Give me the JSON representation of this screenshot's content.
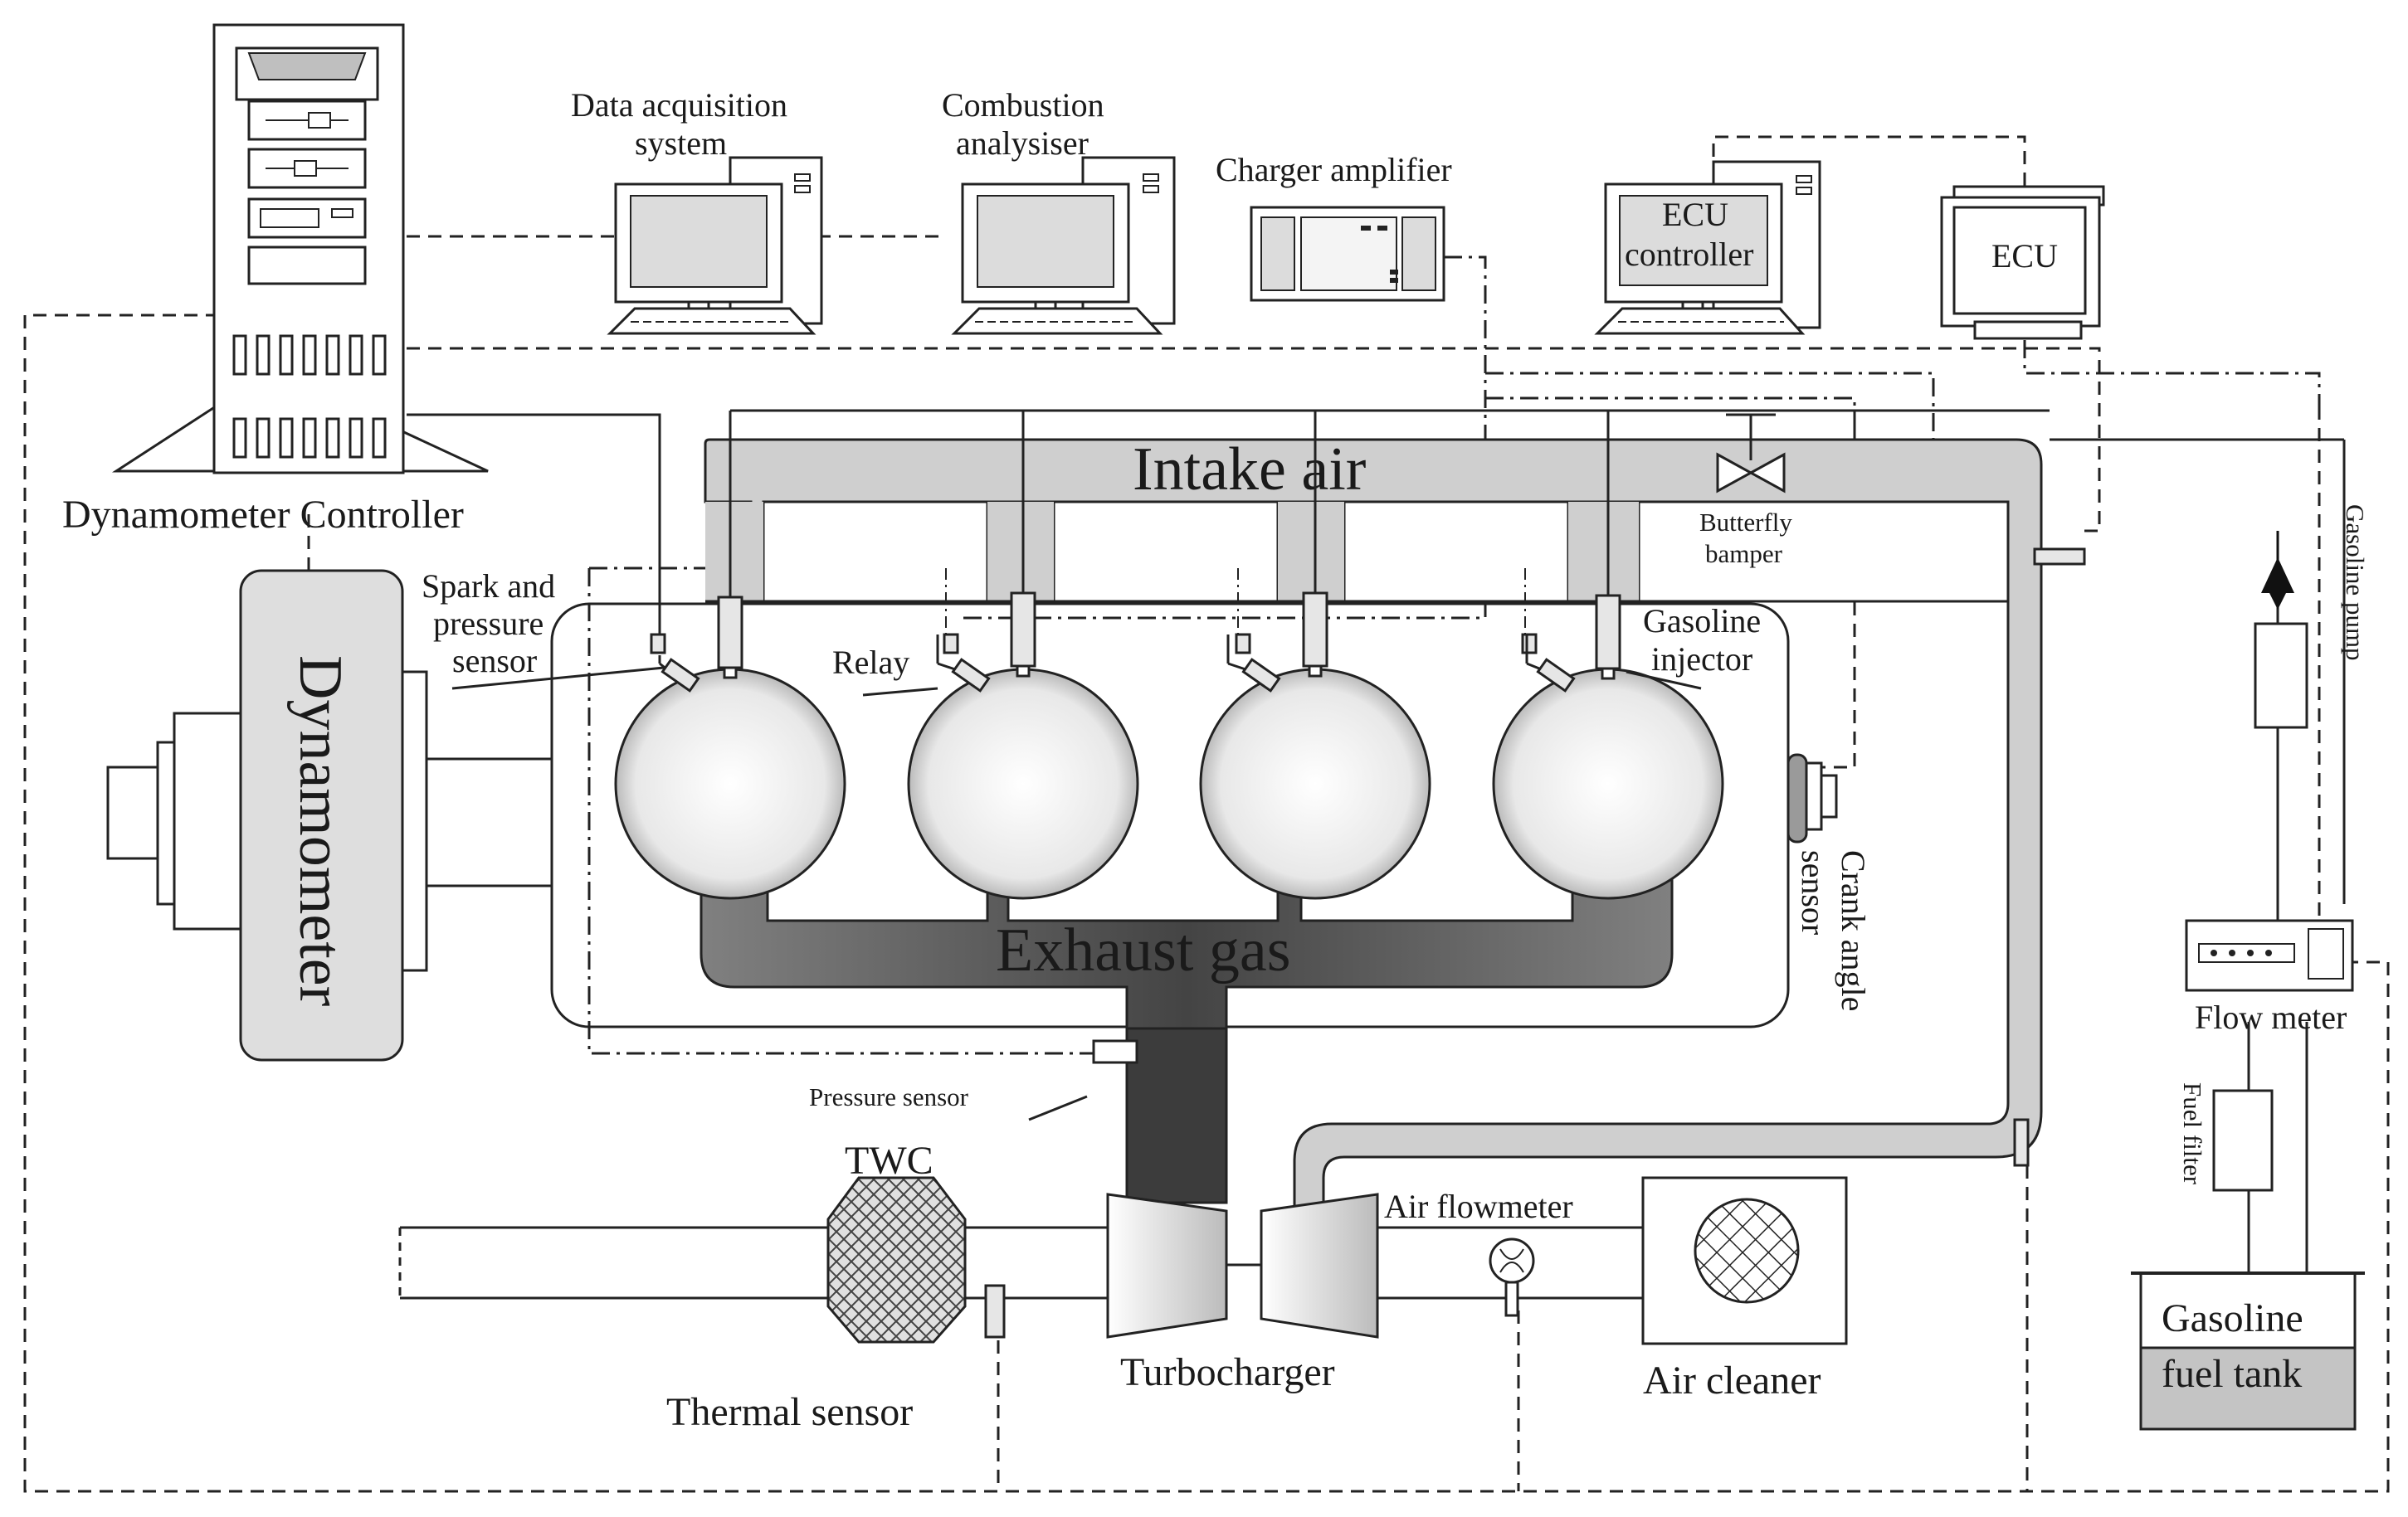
{
  "labels": {
    "dynamometer_controller": "Dynamometer Controller",
    "data_acquisition_1": "Data acquisition",
    "data_acquisition_2": "system",
    "combustion_1": "Combustion",
    "combustion_2": "analysiser",
    "charger_amplifier": "Charger amplifier",
    "ecu_controller_1": "ECU",
    "ecu_controller_2": "controller",
    "ecu": "ECU",
    "intake_air": "Intake air",
    "butterfly_1": "Butterfly",
    "butterfly_2": "bamper",
    "gasoline_pump": "Gasoline pump",
    "spark_1": "Spark and",
    "spark_2": "pressure",
    "spark_3": "sensor",
    "relay": "Relay",
    "injector_1": "Gasoline",
    "injector_2": "injector",
    "dynamometer": "Dynamometer",
    "crank_1": "Crank angle",
    "crank_2": "sensor",
    "exhaust_gas": "Exhaust gas",
    "flow_meter": "Flow meter",
    "pressure_sensor": "Pressure sensor",
    "fuel_filter": "Fuel filter",
    "twc": "TWC",
    "air_flowmeter": "Air flowmeter",
    "turbocharger": "Turbocharger",
    "air_cleaner": "Air cleaner",
    "thermal_sensor": "Thermal sensor",
    "tank_1": "Gasoline",
    "tank_2": "fuel tank"
  },
  "colors": {
    "line": "#222222",
    "intake": "#c8c8c8",
    "exhaust": "#5a5a5a",
    "part_fill": "#e6e6e6"
  }
}
